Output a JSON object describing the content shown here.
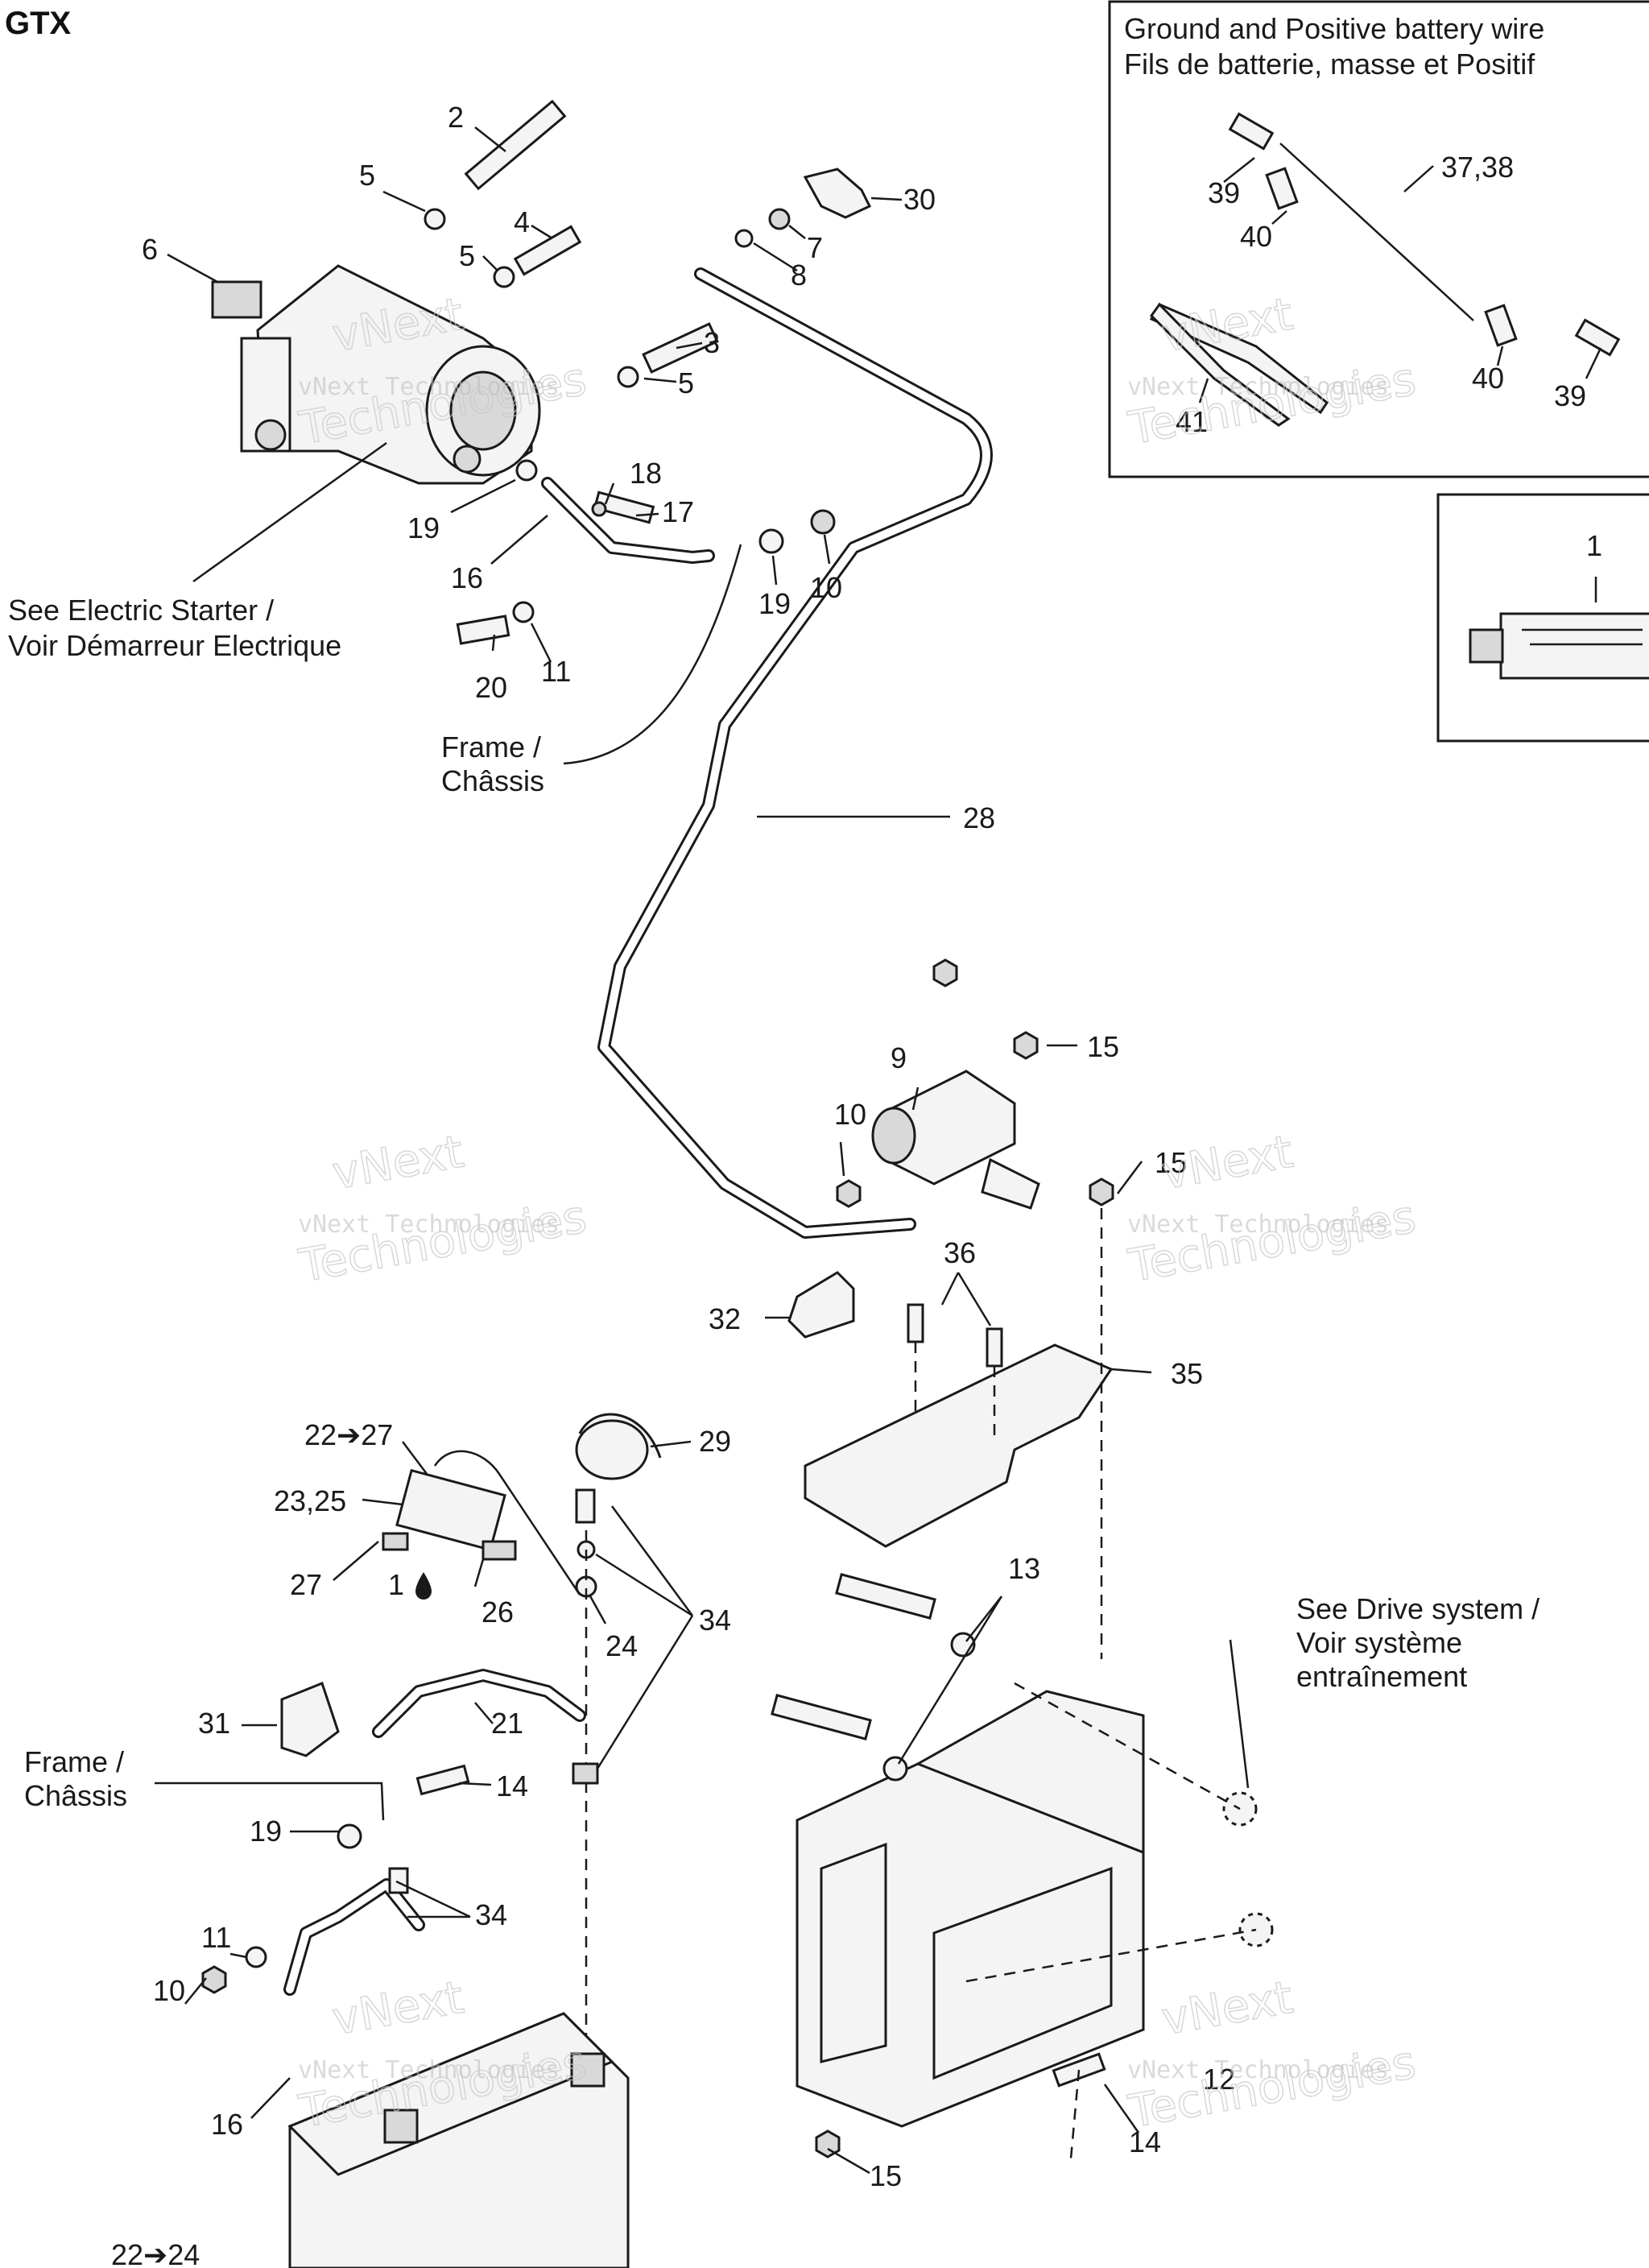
{
  "page_title": "GTX",
  "inset_wires": {
    "title_en": "Ground and Positive battery wire",
    "title_fr": "Fils de batterie, masse et Positif",
    "labels": [
      "39",
      "37,38",
      "40",
      "40",
      "39",
      "41"
    ]
  },
  "inset_tube": {
    "label": "1"
  },
  "notes": {
    "electric_starter_en": "See Electric Starter /",
    "electric_starter_fr": "Voir Démarreur Electrique",
    "frame_top_1": "Frame /",
    "frame_top_2": "Châssis",
    "frame_bottom_1": "Frame /",
    "frame_bottom_2": "Châssis",
    "drive_1": "See Drive system /",
    "drive_2": "Voir système",
    "drive_3": "entraînement"
  },
  "callouts": {
    "c2": "2",
    "c5a": "5",
    "c4": "4",
    "c5b": "5",
    "c6": "6",
    "c3": "3",
    "c5c": "5",
    "c30": "30",
    "c7": "7",
    "c8": "8",
    "c18": "18",
    "c17": "17",
    "c19a": "19",
    "c16a": "16",
    "c19b": "19",
    "c10a": "10",
    "c20": "20",
    "c11a": "11",
    "c28": "28",
    "c15a": "15",
    "c9": "9",
    "c10b": "10",
    "c15b": "15",
    "c36": "36",
    "c32": "32",
    "c35": "35",
    "c22_27": "22➔27",
    "c29": "29",
    "c23_25": "23,25",
    "c27": "27",
    "c1b": "1",
    "c26": "26",
    "c24": "24",
    "c34a": "34",
    "c13": "13",
    "c31": "31",
    "c21": "21",
    "c14a": "14",
    "c19c": "19",
    "c34b": "34",
    "c11b": "11",
    "c10c": "10",
    "c16b": "16",
    "c12": "12",
    "c14b": "14",
    "c15c": "15",
    "c22_24": "22➔24"
  },
  "watermark": {
    "line1": "vNext",
    "line2": "vNext Technologies",
    "line3": "Technologies"
  },
  "colors": {
    "ink": "#1a1a1a",
    "watermark": "#bdbdbd",
    "background": "#ffffff"
  }
}
